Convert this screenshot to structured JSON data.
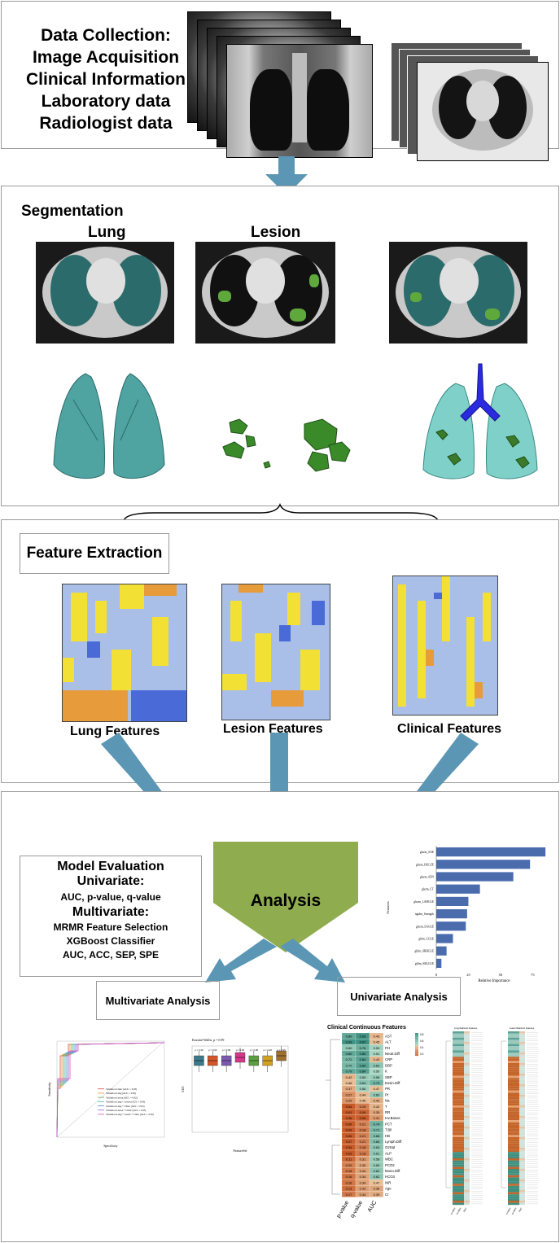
{
  "data_collection": {
    "title": "Data Collection:",
    "items": [
      "Image Acquisition",
      "Clinical Information",
      "Laboratory data",
      "Radiologist data"
    ]
  },
  "segmentation": {
    "title": "Segmentation",
    "lung_label": "Lung",
    "lesion_label": "Lesion"
  },
  "feature_extraction": {
    "title": "Feature Extraction",
    "lung": "Lung Features",
    "lesion": "Lesion Features",
    "clinical": "Clinical Features"
  },
  "model_evaluation": {
    "title": "Model Evaluation",
    "univariate_heading": "Univariate:",
    "univariate_metrics": "AUC, p-value, q-value",
    "multivariate_heading": "Multivariate:",
    "mv_line1": "MRMR Feature Selection",
    "mv_line2": "XGBoost Classifier",
    "mv_line3": "AUC, ACC, SEP, SPE"
  },
  "analysis": {
    "center": "Analysis",
    "multivariate": "Multivariate Analysis",
    "univariate": "Univariate Analysis"
  },
  "importance_chart": {
    "xlabel": "Relative Importance",
    "ylabel": "Features",
    "features": [
      "glszm_SAE",
      "glszm_HGLZE",
      "glszm_SZN",
      "glszm_CT",
      "glszm_LAHGLE",
      "ngtdm_Strength",
      "glszm_SAGLE",
      "glrlm_LGLE",
      "glrlm_SRHGLE",
      "glrlm_SRLGLE"
    ],
    "values": [
      85,
      73,
      60,
      34,
      25,
      24,
      23,
      13,
      8,
      4
    ],
    "ticks": [
      "0",
      "25",
      "50",
      "75"
    ]
  },
  "roc_chart": {
    "xlabel": "Specificity",
    "ylabel": "Sensitivity",
    "legend": [
      "Validation Clinic (AUC = 0.93)",
      "Validation Lung (AUC = 0.93)",
      "Validation Lesion (AUC = 0.92)",
      "Validation Lung + Lesion (AUC = 0.93)",
      "Validation Lung + Clinic (AUC = 0.95)",
      "Validation Lesion + Clinic (AUC = 0.95)",
      "Validation Lung + Lesion + Clinic (AUC = 0.95)"
    ],
    "colors": [
      "#e6453a",
      "#e09a2a",
      "#6aa84f",
      "#3cb8a8",
      "#4a90d9",
      "#9a59d1",
      "#e14fb9"
    ]
  },
  "box_chart": {
    "title": "Kruskal-Wallis, p = 0.99",
    "xlabel": "FeatureSet",
    "ylabel": "AUC",
    "pvalues": [
      "p = 0.30",
      "p = 0.93",
      "p = 0.83",
      "p = 0.84",
      "p = 0.38",
      "p = 0.28",
      "p = 0.35"
    ],
    "colors": [
      "#3a7a8c",
      "#d4552a",
      "#7a5ab0",
      "#d4388a",
      "#5aa040",
      "#d4a020",
      "#a07030"
    ]
  },
  "clinical_heatmap": {
    "title": "Clinical Continuous Features",
    "col_labels": [
      "p-value",
      "q-value",
      "AUC"
    ],
    "legend_ticks": [
      "0.8",
      "0.6",
      "0.4",
      "0.2"
    ],
    "rows": [
      {
        "f": "AST",
        "p": "0.80",
        "q": "0.93",
        "a": "0.43"
      },
      {
        "f": "ALT",
        "p": "0.93",
        "q": "0.97",
        "a": "0.45"
      },
      {
        "f": "PH",
        "p": "0.60",
        "q": "0.76",
        "a": "0.53"
      },
      {
        "f": "Neutr.Diff",
        "p": "0.80",
        "q": "0.86",
        "a": "0.51"
      },
      {
        "f": "CRP",
        "p": "0.72",
        "q": "0.84",
        "a": "0.43"
      },
      {
        "f": "DBP",
        "p": "0.70",
        "q": "0.84",
        "a": "0.62"
      },
      {
        "f": "K",
        "p": "0.79",
        "q": "0.84",
        "a": "0.50"
      },
      {
        "f": "SBP",
        "p": "0.42",
        "q": "0.59",
        "a": "0.58"
      },
      {
        "f": "Eosin.Diff",
        "p": "0.46",
        "q": "0.64",
        "a": "0.73"
      },
      {
        "f": "PR",
        "p": "0.37",
        "q": "0.56",
        "a": "0.47"
      },
      {
        "f": "Pt",
        "p": "0.27",
        "q": "0.44",
        "a": "0.60"
      },
      {
        "f": "Na",
        "p": "0.29",
        "q": "0.45",
        "a": "0.40"
      },
      {
        "f": "T",
        "p": "0.04",
        "q": "0.19",
        "a": "0.42"
      },
      {
        "f": "RR",
        "p": "0.01",
        "q": "0.09",
        "a": "0.35"
      },
      {
        "f": "Inv.Basos",
        "p": "0.06",
        "q": "0.06",
        "a": "0.31"
      },
      {
        "f": "PCT",
        "p": "0.06",
        "q": "0.21",
        "a": "0.74"
      },
      {
        "f": "T.Bil",
        "p": "0.03",
        "q": "0.18",
        "a": "0.71"
      },
      {
        "f": "HB",
        "p": "0.06",
        "q": "0.21",
        "a": "0.68"
      },
      {
        "f": "Lymph.Diff",
        "p": "0.07",
        "q": "0.21",
        "a": "0.66"
      },
      {
        "f": "O2Sat",
        "p": "0.04",
        "q": "0.18",
        "a": "0.63"
      },
      {
        "f": "ALP",
        "p": "0.03",
        "q": "0.18",
        "a": "0.61"
      },
      {
        "f": "WBC",
        "p": "0.11",
        "q": "0.31",
        "a": "0.58"
      },
      {
        "f": "PCO2",
        "p": "0.20",
        "q": "0.35",
        "a": "0.59"
      },
      {
        "f": "Mono.Diff",
        "p": "0.18",
        "q": "0.34",
        "a": "0.62"
      },
      {
        "f": "HCO3",
        "p": "0.16",
        "q": "0.34",
        "a": "0.62"
      },
      {
        "f": "INR",
        "p": "0.16",
        "q": "0.34",
        "a": "0.47"
      },
      {
        "f": "Age",
        "p": "0.13",
        "q": "0.33",
        "a": "0.36"
      },
      {
        "f": "Cr",
        "p": "0.17",
        "q": "0.34",
        "a": "0.39"
      }
    ]
  },
  "small_heatmaps": {
    "left_title": "Lung Radiomic Features",
    "right_title": "Lesion Radiomic Features",
    "col_labels": [
      "p-value",
      "q-value",
      "AUC"
    ]
  }
}
